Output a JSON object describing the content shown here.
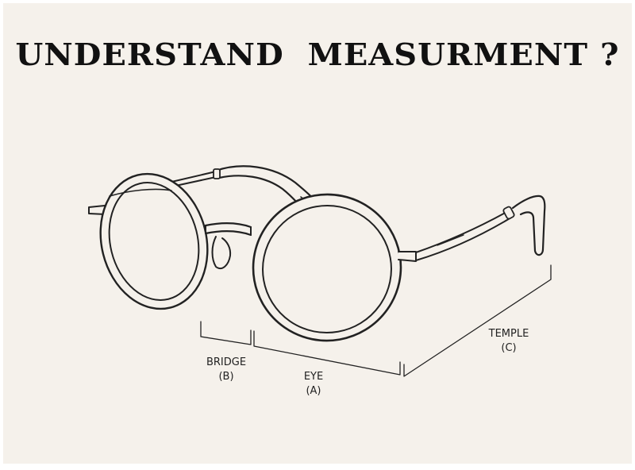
{
  "title": "UNDERSTAND  MEASURMENT ?",
  "labels": {
    "bridge": {
      "name": "BRIDGE",
      "code": "(B)"
    },
    "eye": {
      "name": "EYE",
      "code": "(A)"
    },
    "temple": {
      "name": "TEMPLE",
      "code": "(C)"
    }
  },
  "colors": {
    "background": "#f5f1eb",
    "ink": "#222222"
  }
}
